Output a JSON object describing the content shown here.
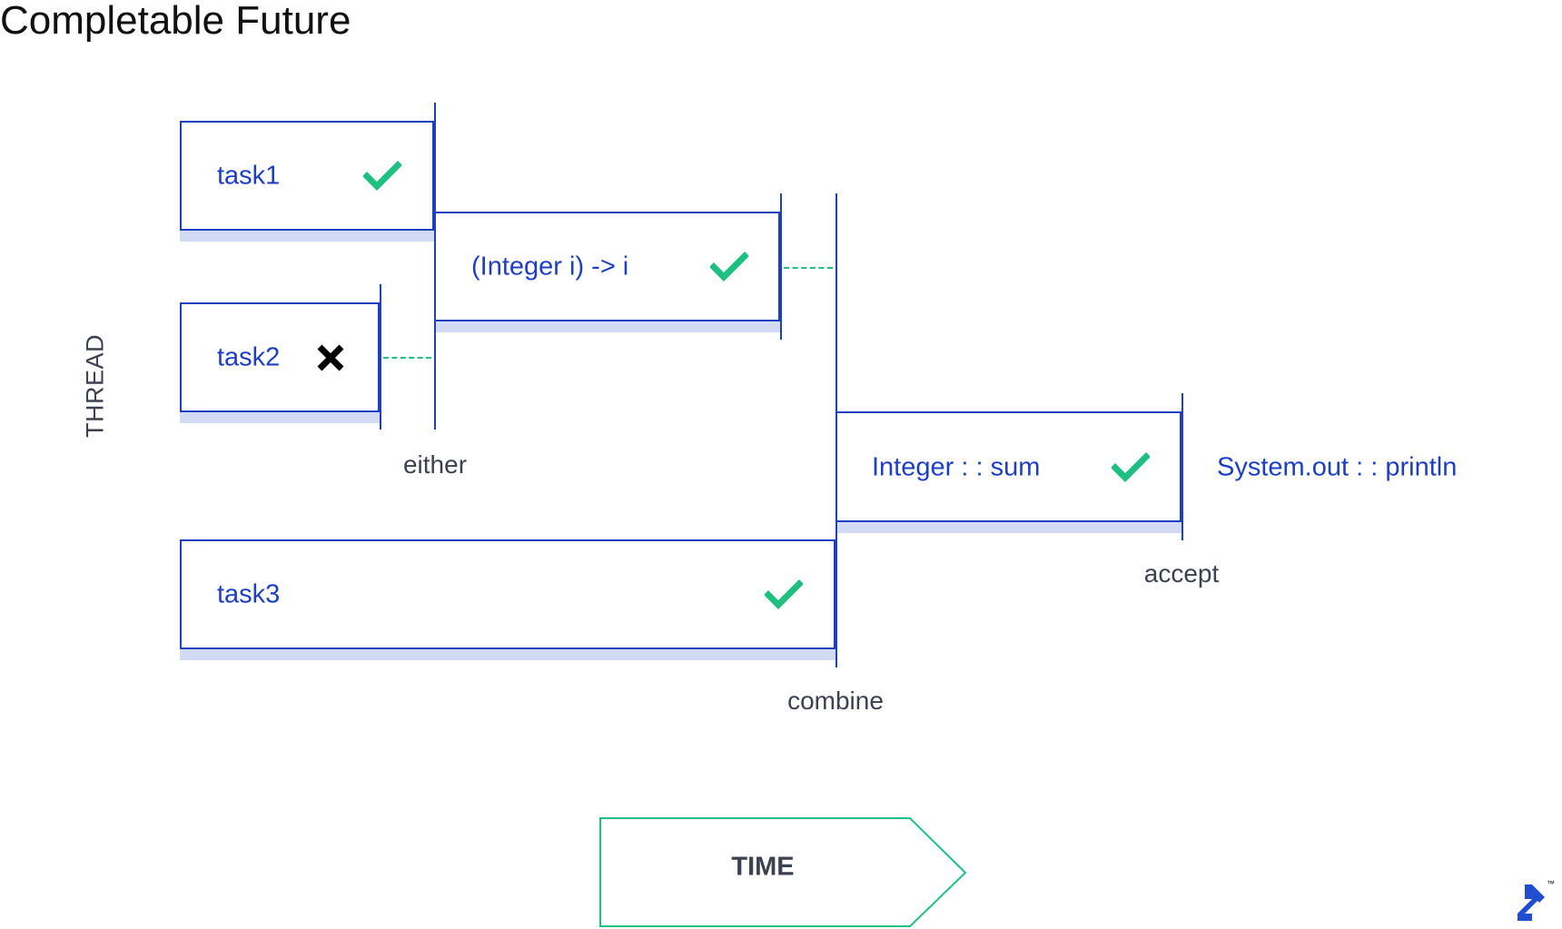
{
  "title": "Completable Future",
  "axes": {
    "y_label": "THREAD",
    "x_label": "TIME"
  },
  "tasks": [
    {
      "label": "task1",
      "status": "success"
    },
    {
      "label": "task2",
      "status": "failed"
    },
    {
      "label": "(Integer i) -> i",
      "status": "success"
    },
    {
      "label": "task3",
      "status": "success"
    },
    {
      "label": "Integer : : sum",
      "status": "success"
    }
  ],
  "consumer_label": "System.out : : println",
  "stages": {
    "either": "either",
    "combine": "combine",
    "accept": "accept"
  },
  "colors": {
    "box_border": "#1e3fbf",
    "box_shadow": "#d3dbf4",
    "success_check": "#1fbf82",
    "fail_cross": "#000000",
    "dashed_connector": "#1fbf82",
    "time_arrow": "#1fbf82"
  },
  "icons": {
    "success": "check-icon",
    "failed": "cross-icon",
    "logo": "toptal-logo-icon"
  },
  "logo_mark": "™"
}
